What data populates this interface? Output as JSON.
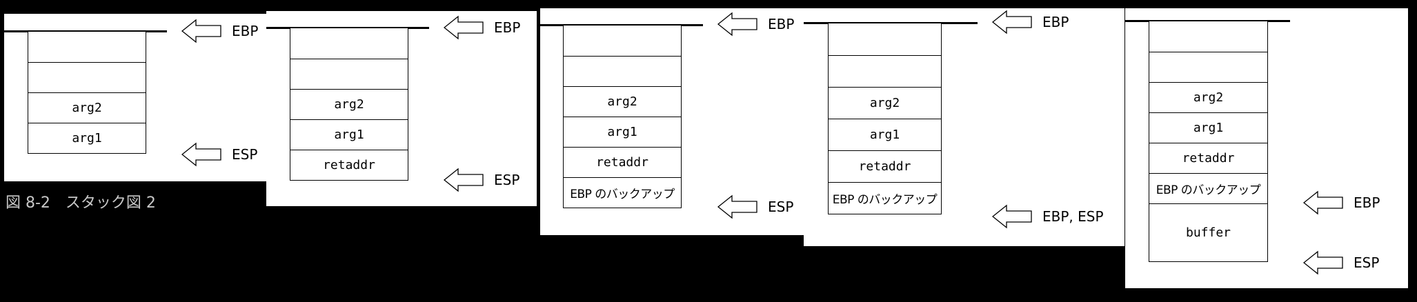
{
  "caption": "図 8-2　スタック図 2",
  "diagrams": [
    {
      "cells": [
        "",
        "",
        "arg2",
        "arg1"
      ],
      "pointers": [
        "EBP",
        "ESP"
      ]
    },
    {
      "cells": [
        "",
        "",
        "arg2",
        "arg1",
        "retaddr"
      ],
      "pointers": [
        "EBP",
        "ESP"
      ]
    },
    {
      "cells": [
        "",
        "",
        "arg2",
        "arg1",
        "retaddr",
        "EBP のバックアップ"
      ],
      "pointers": [
        "EBP",
        "ESP"
      ]
    },
    {
      "cells": [
        "",
        "",
        "arg2",
        "arg1",
        "retaddr",
        "EBP のバックアップ"
      ],
      "pointers": [
        "EBP",
        "EBP, ESP"
      ]
    },
    {
      "cells": [
        "",
        "",
        "arg2",
        "arg1",
        "retaddr",
        "EBP のバックアップ",
        "buffer"
      ],
      "pointers": [
        "EBP",
        "ESP"
      ]
    }
  ]
}
